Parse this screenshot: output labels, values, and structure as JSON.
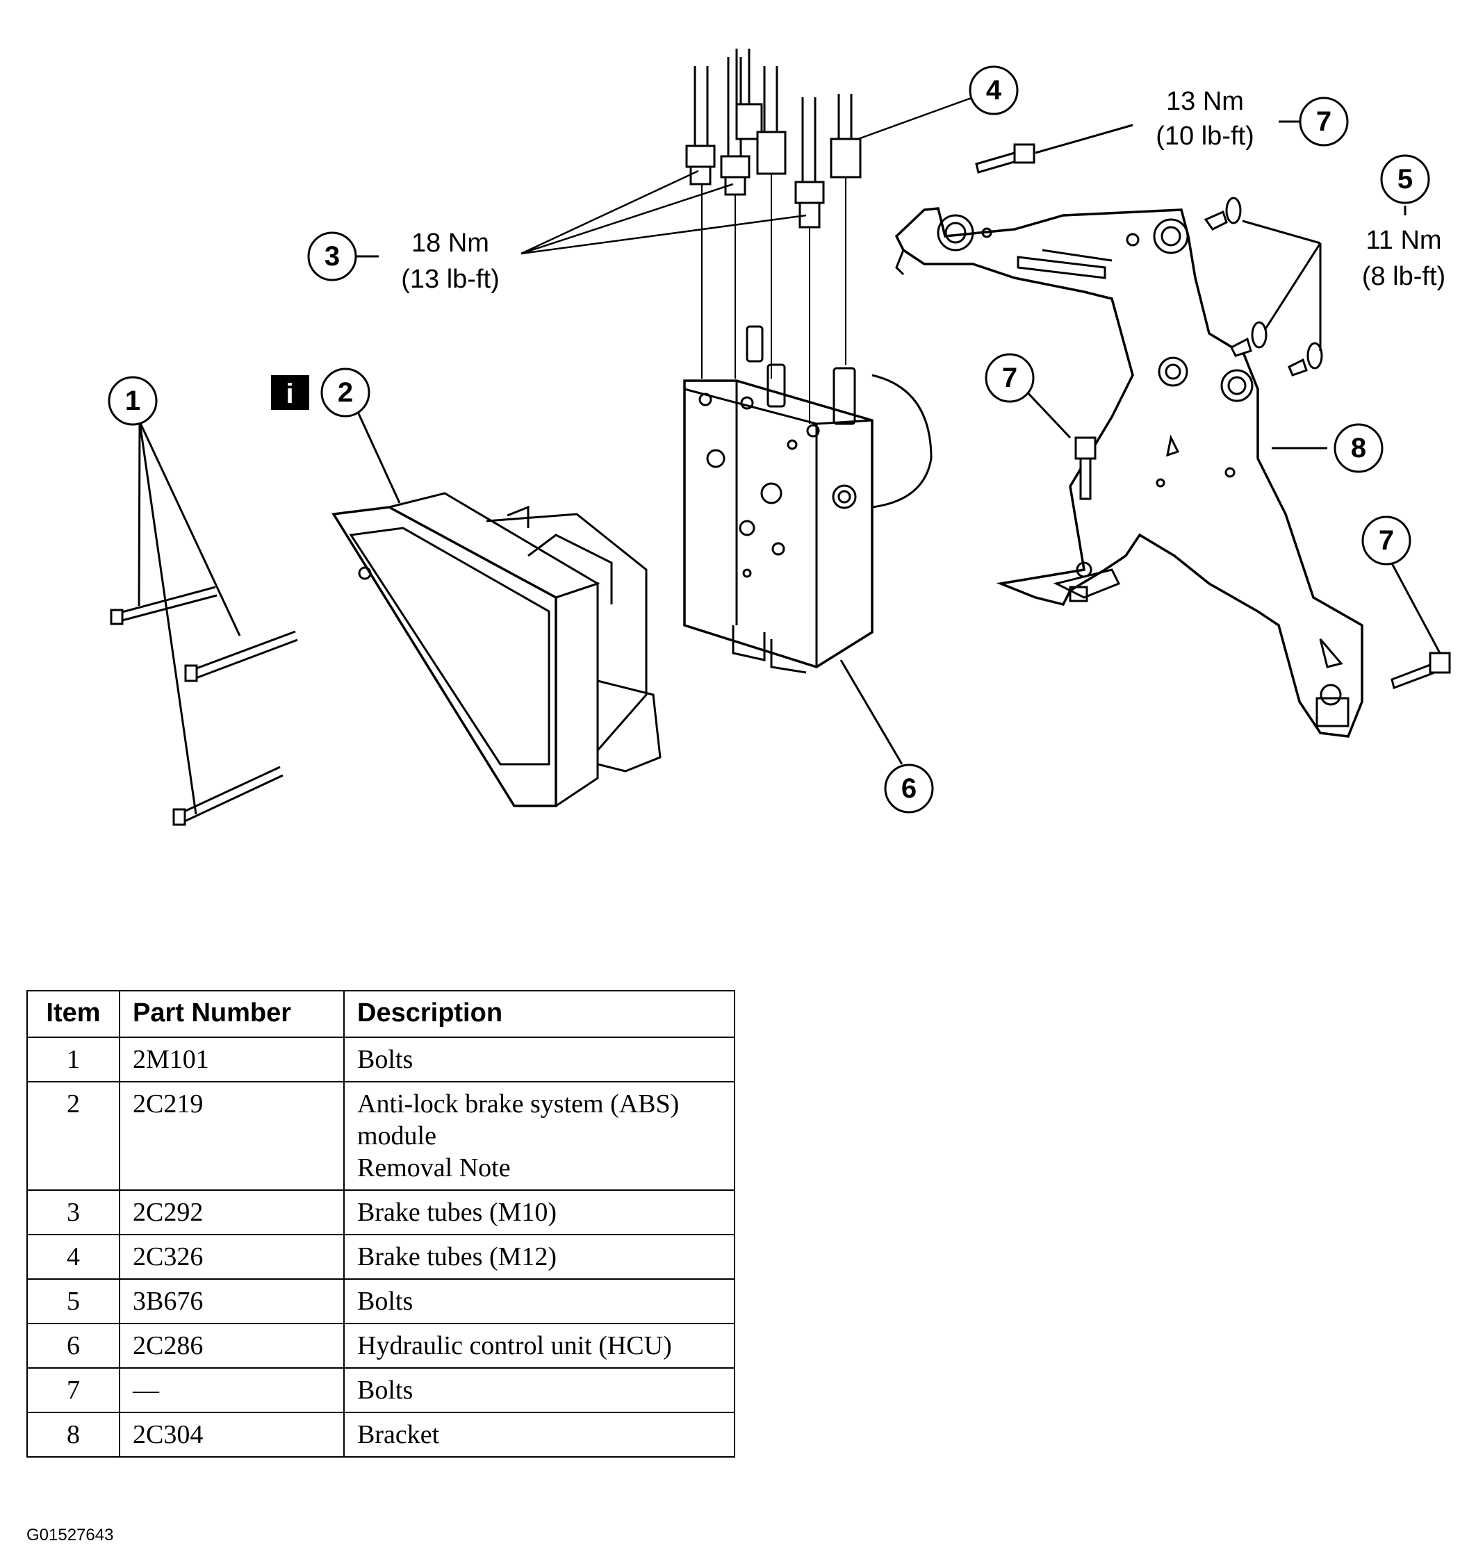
{
  "callouts": {
    "c1": "1",
    "c2": "2",
    "c3": "3",
    "c4": "4",
    "c5": "5",
    "c6": "6",
    "c7a": "7",
    "c7b": "7",
    "c7c": "7",
    "c8": "8"
  },
  "torque_labels": {
    "t18_nm": "18 Nm",
    "t18_lbft": "(13 lb-ft)",
    "t13_nm": "13 Nm",
    "t13_lbft": "(10 lb-ft)",
    "t11_nm": "11 Nm",
    "t11_lbft": "(8 lb-ft)"
  },
  "info_icon": "i",
  "table": {
    "headers": {
      "item": "Item",
      "part": "Part Number",
      "desc": "Description"
    },
    "rows": [
      {
        "item": "1",
        "part": "2M101",
        "desc": "Bolts"
      },
      {
        "item": "2",
        "part": "2C219",
        "desc": "Anti-lock brake system (ABS)",
        "desc2": "module",
        "desc3": "Removal Note"
      },
      {
        "item": "3",
        "part": "2C292",
        "desc": "Brake tubes (M10)"
      },
      {
        "item": "4",
        "part": "2C326",
        "desc": "Brake tubes (M12)"
      },
      {
        "item": "5",
        "part": "3B676",
        "desc": "Bolts"
      },
      {
        "item": "6",
        "part": "2C286",
        "desc": "Hydraulic control unit (HCU)"
      },
      {
        "item": "7",
        "part": "—",
        "desc": "Bolts"
      },
      {
        "item": "8",
        "part": "2C304",
        "desc": "Bracket"
      }
    ]
  },
  "figure_id": "G01527643"
}
